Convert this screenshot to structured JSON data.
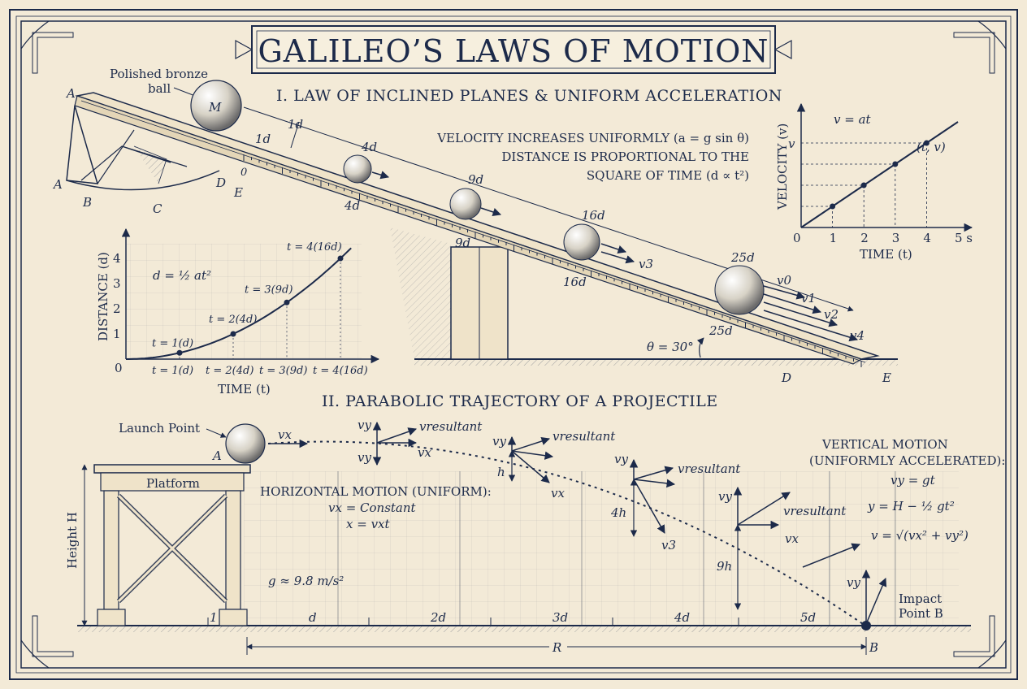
{
  "title": "GALILEO’S LAWS OF MOTION",
  "section1": {
    "heading": "I. LAW OF INCLINED PLANES & UNIFORM ACCELERATION",
    "ball_label_line1": "Polished bronze",
    "ball_label_line2": "ball",
    "ball_mark": "M",
    "corner_letters": [
      "A",
      "A",
      "B",
      "C",
      "D",
      "E"
    ],
    "note_line1": "VELOCITY INCREASES UNIFORMLY (a = g sin θ)",
    "note_line2": "DISTANCE IS PROPORTIONAL TO THE",
    "note_line3": "SQUARE OF TIME (d ∝ t²)",
    "ball_distance_labels": [
      "4d",
      "9d",
      "16d",
      "25d"
    ],
    "scale_labels": [
      "1d",
      "1d",
      "0",
      "4d",
      "9d",
      "16d",
      "25d"
    ],
    "velocity_labels": [
      "v3",
      "v0",
      "v1",
      "v2",
      "v4"
    ],
    "angle_label": "θ = 30°",
    "base_letters": [
      "D",
      "E"
    ]
  },
  "velocity_graph": {
    "formula": "v = at",
    "ylabel": "VELOCITY (v)",
    "xlabel": "TIME (t)",
    "y_tick": "v",
    "x_ticks": [
      "0",
      "1",
      "2",
      "3",
      "4",
      "5 s"
    ],
    "point_label": "(t, v)",
    "chart_data": {
      "type": "line",
      "x": [
        0,
        1,
        2,
        3,
        4,
        5
      ],
      "y": [
        0,
        1,
        2,
        3,
        4,
        5
      ],
      "marked_points": [
        1,
        2,
        3,
        4
      ]
    }
  },
  "distance_graph": {
    "formula": "d = ½ at²",
    "ylabel": "DISTANCE (d)",
    "xlabel": "TIME (t)",
    "y_ticks": [
      "0",
      "1",
      "2",
      "3",
      "4"
    ],
    "x_ticks": [
      "t = 1(d)",
      "t = 2(4d)",
      "t = 3(9d)",
      "t = 4(16d)"
    ],
    "point_labels": [
      "t = 1(d)",
      "t = 2(4d)",
      "t = 3(9d)",
      "t = 4(16d)"
    ],
    "chart_data": {
      "type": "line",
      "x": [
        0,
        1,
        2,
        3,
        4
      ],
      "y": [
        0,
        0.25,
        1,
        2.25,
        4
      ]
    }
  },
  "section2": {
    "heading": "II. PARABOLIC TRAJECTORY OF A PROJECTILE",
    "launch_label": "Launch Point",
    "launch_letter": "A",
    "platform_label": "Platform",
    "height_label": "Height H",
    "horizontal_title": "HORIZONTAL MOTION (UNIFORM):",
    "horizontal_eq1": "vx = Constant",
    "horizontal_eq2": "x = vxt",
    "gravity": "g ≈ 9.8 m/s²",
    "vertical_title1": "VERTICAL MOTION",
    "vertical_title2": "(UNIFORMLY ACCELERATED):",
    "vertical_eq1": "vy = gt",
    "vertical_eq2": "y = H − ½ gt²",
    "vertical_eq3": "v = √(vx² + vy²)",
    "vx_label": "vx",
    "vy_label": "vy",
    "vres_label": "vresultant",
    "fall_labels": [
      "h",
      "4h",
      "9h"
    ],
    "v3_label": "v3",
    "ground_ticks": [
      "1",
      "d",
      "2d",
      "3d",
      "4d",
      "5d"
    ],
    "range_label": "R",
    "impact_line1": "Impact",
    "impact_line2": "Point B",
    "impact_letter": "B"
  },
  "colors": {
    "paper": "#f3ead7",
    "ink": "#1c2a4a"
  }
}
